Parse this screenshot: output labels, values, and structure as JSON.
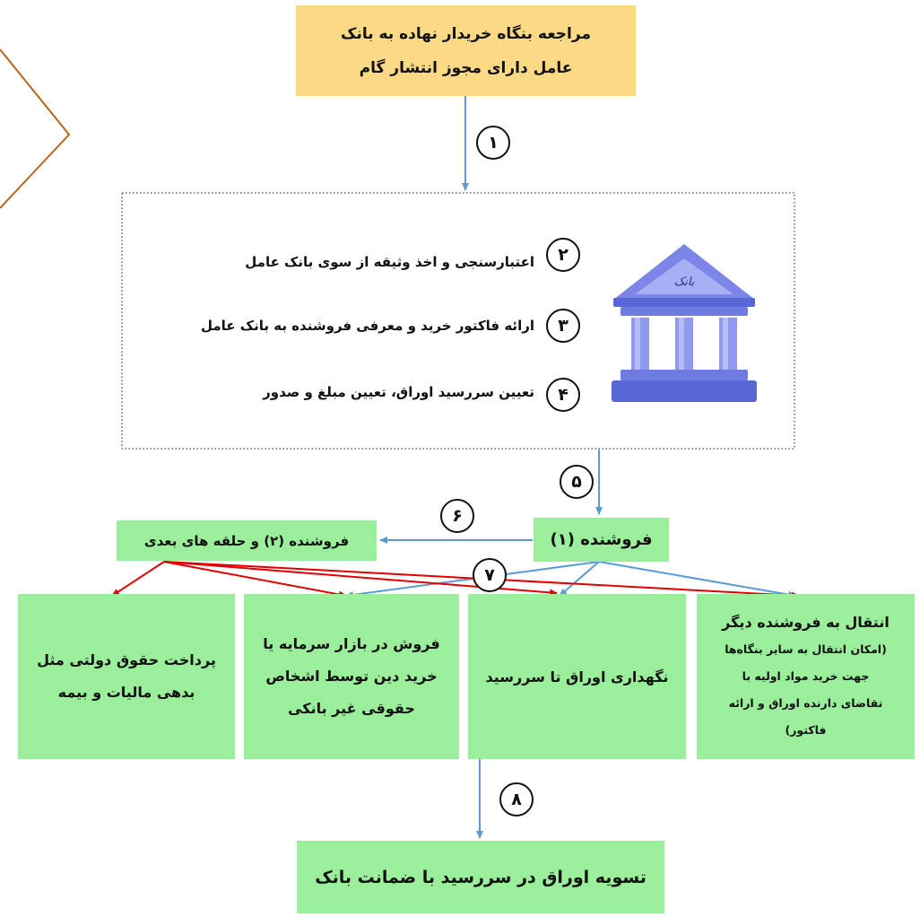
{
  "top_box": {
    "line1": "مراجعه بنگاه خریدار نهاده به بانک",
    "line2": "عامل دارای مجوز انتشار گام"
  },
  "bank_icon": {
    "label": "بانک",
    "color": "#6f7be0"
  },
  "steps": [
    {
      "number": "۲",
      "text": "اعتبارسنجی و اخذ وثیقه از سوی بانک عامل"
    },
    {
      "number": "۳",
      "text": "ارائه فاکتور خرید و معرفی فروشنده به بانک عامل"
    },
    {
      "number": "۴",
      "text": "تعیین سررسید اوراق، تعیین مبلغ و صدور"
    }
  ],
  "step_numbers": {
    "s1": "۱",
    "s5": "۵",
    "s6": "۶",
    "s7": "۷",
    "s8": "۸"
  },
  "seller1": "فروشنده (۱)",
  "seller2": "فروشنده (۲) و حلقه های بعدی",
  "options": [
    {
      "lines": [
        "انتقال به فروشنده دیگر",
        "(امکان انتقال به سایر بنگاه‌ها",
        "جهت خرید مواد اولیه با",
        "تقاضای دارنده اوراق و ارائه",
        "فاکتور)"
      ]
    },
    {
      "lines": [
        "نگهداری اوراق تا سررسید"
      ]
    },
    {
      "lines": [
        "فروش در بازار سرمایه یا",
        "خرید دین توسط اشخاص",
        "حقوقی غیر بانکی"
      ]
    },
    {
      "lines": [
        "پرداخت حقوق دولتی مثل",
        "بدهی مالیات و بیمه"
      ]
    }
  ],
  "settlement": "تسویه اوراق در سررسید با ضمانت بانک",
  "colors": {
    "yellow_box": "#fbd985",
    "green_box": "#9bee9b",
    "blue_arrow": "#5b9bd5",
    "red_arrow": "#e00000",
    "decor_line": "#b8651b"
  }
}
